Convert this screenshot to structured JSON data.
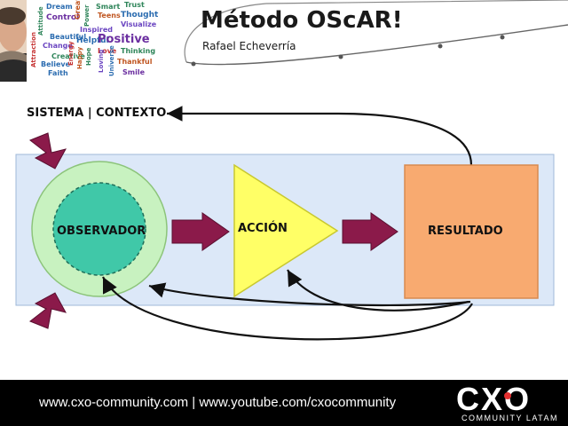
{
  "slide": {
    "title": "Método OScAR!",
    "subtitle": "Rafael Echeverría"
  },
  "diagram": {
    "context_label": "SISTEMA | CONTEXTO",
    "observer_label": "OBSERVADOR",
    "action_label": "ACCIÓN",
    "result_label": "RESULTADO"
  },
  "collage_words": [
    "Dream",
    "Control",
    "Great",
    "Attitude",
    "Beautiful",
    "Change",
    "Attraction",
    "Inspired",
    "Helpful",
    "Positive",
    "Smart",
    "Teens",
    "Trust",
    "Thought",
    "Visualize",
    "Creative",
    "Believe",
    "Energy",
    "Happy",
    "Hope",
    "Love",
    "Loving",
    "Universe",
    "Thinking",
    "Thankful",
    "Smile",
    "Faith",
    "Power"
  ],
  "footer": {
    "text": "www.cxo-community.com | www.youtube.com/cxocommunity",
    "logo_word": "CXO",
    "logo_sub": "COMMUNITY LATAM"
  },
  "colors": {
    "context_box": "#dce8f8",
    "observer_outer": "#c8f2c0",
    "observer_inner": "#40c8a8",
    "action": "#ffff66",
    "result": "#f8aa70",
    "arrow": "#8b1a4a"
  }
}
